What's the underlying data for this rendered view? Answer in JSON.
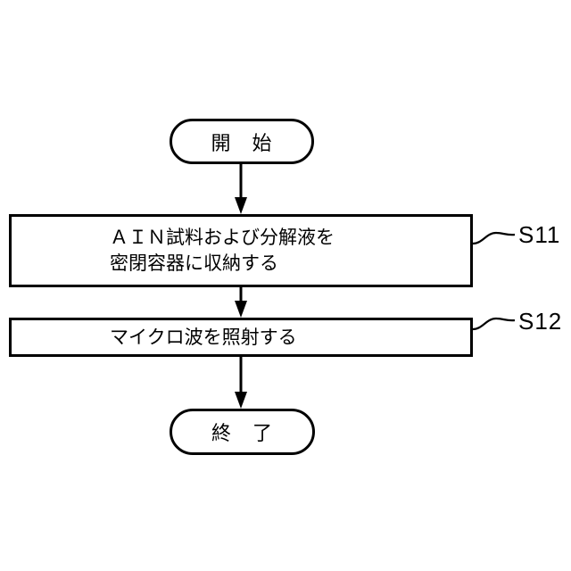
{
  "figure": {
    "kind": "flowchart",
    "background_color": "#ffffff",
    "stroke_color": "#000000"
  },
  "flowchart": {
    "start": {
      "label": "開　始"
    },
    "step1": {
      "line1": "ＡＩＮ試料および分解液を",
      "line2": "密閉容器に収納する",
      "tag": "S11"
    },
    "step2": {
      "line1": "マイクロ波を照射する",
      "tag": "S12"
    },
    "end": {
      "label": "終　了"
    },
    "flow_order": [
      "start",
      "step1",
      "step2",
      "end"
    ]
  }
}
